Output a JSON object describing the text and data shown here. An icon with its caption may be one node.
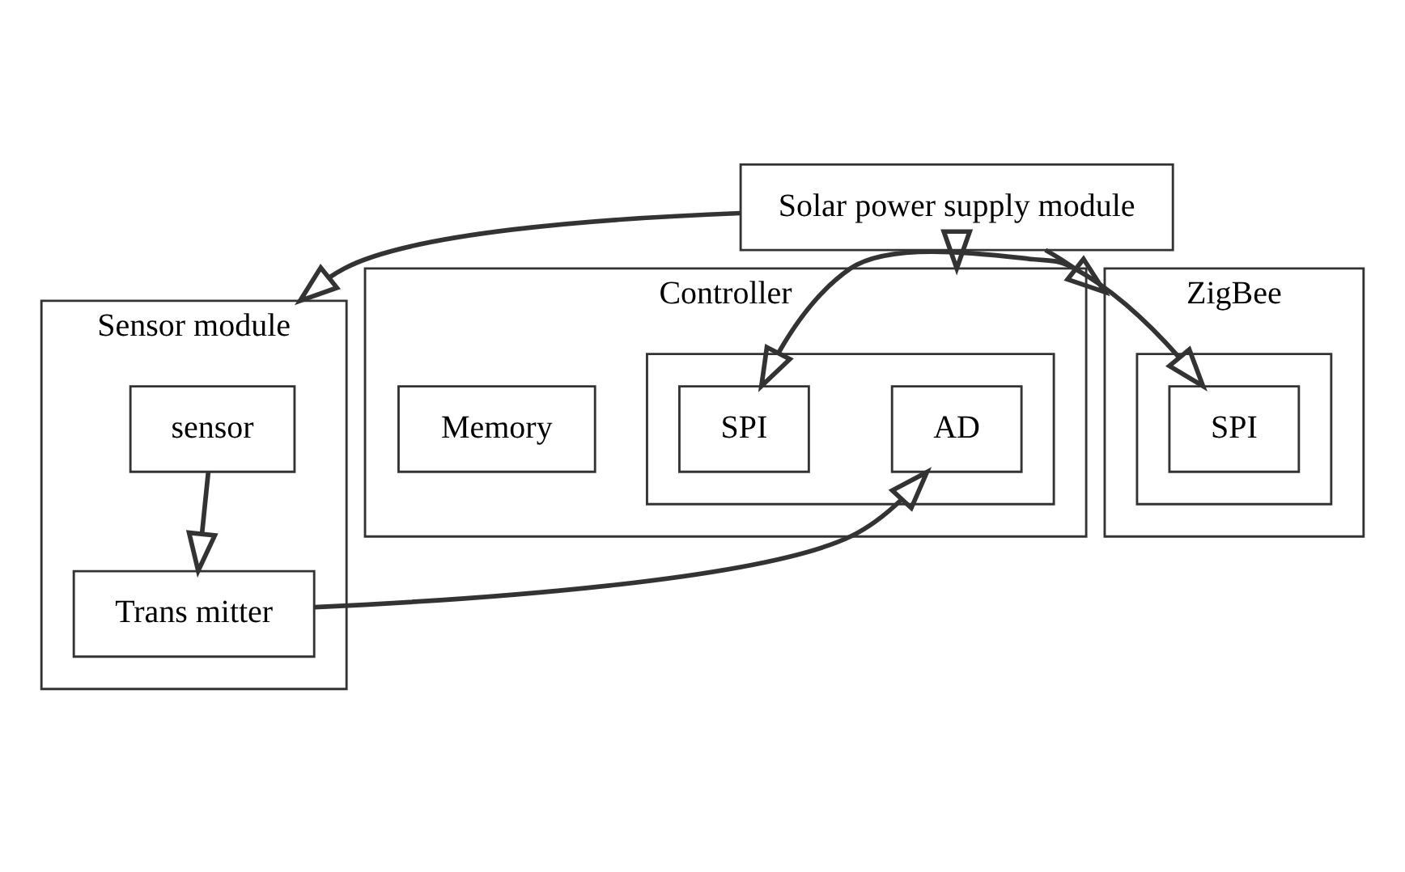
{
  "diagram": {
    "nodes": [
      {
        "text": [
          "Solar power supply module"
        ]
      },
      {
        "text": [
          "Sensor module"
        ]
      },
      {
        "text": [
          "sensor"
        ],
        "in": 1
      },
      {
        "text": [
          "Trans mitter"
        ],
        "in": 1
      },
      {
        "text": [
          "Controller"
        ]
      },
      {
        "text": [],
        "shape": "box",
        "in": 4
      },
      {
        "text": [
          "AD"
        ],
        "in": 5
      },
      {
        "text": [
          "SPI"
        ],
        "in": 5
      },
      {
        "text": [
          "Memory"
        ],
        "in": 4
      },
      {
        "text": [
          "ZigBee"
        ]
      },
      {
        "text": [],
        "shape": "box",
        "in": 9
      },
      {
        "text": [
          "SPI"
        ],
        "in": 10
      }
    ],
    "edges": [
      {
        "from": 0,
        "to": 1,
        "arrow": "to"
      },
      {
        "from": 0,
        "to": 4,
        "arrow": "to"
      },
      {
        "from": 0,
        "to": 9,
        "arrow": "to"
      },
      {
        "from": 2,
        "to": 3,
        "arrow": "to"
      },
      {
        "from": 3,
        "to": 6,
        "arrow": "to"
      },
      {
        "from": 7,
        "to": 11,
        "arrow": "both"
      }
    ]
  }
}
